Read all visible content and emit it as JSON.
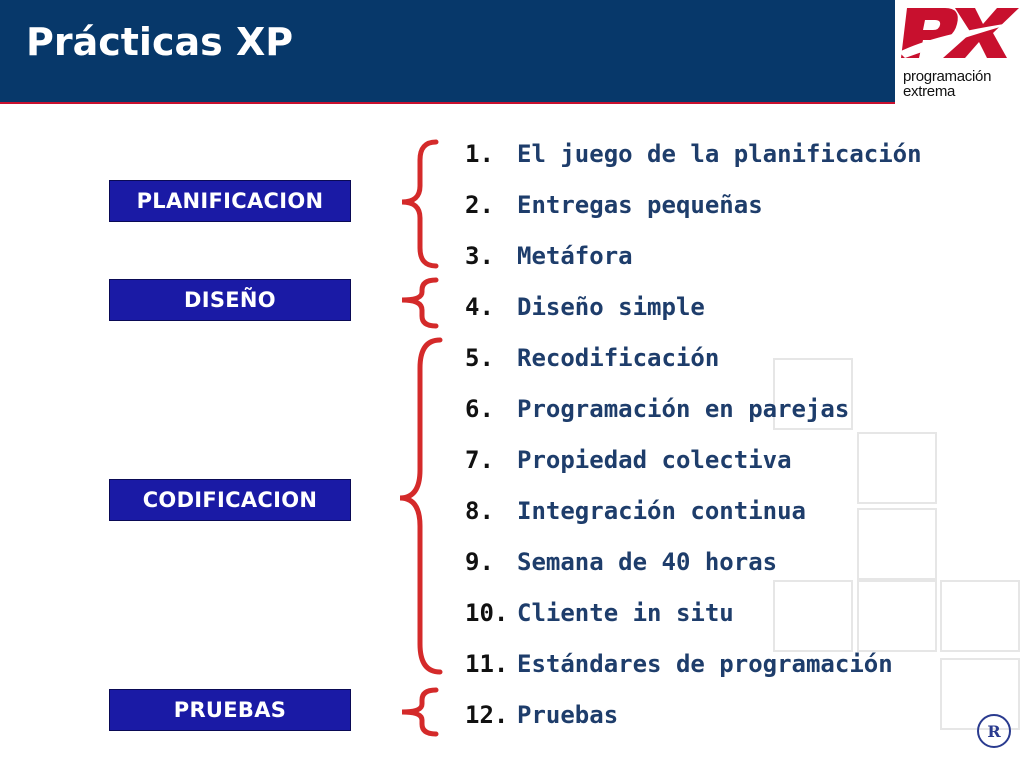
{
  "header": {
    "title": "Prácticas XP",
    "logo": {
      "mark": "PX",
      "line1": "programación",
      "line2": "extrema",
      "icon": "px-logo-icon"
    }
  },
  "categories": [
    {
      "label": "PLANIFICACION"
    },
    {
      "label": "DISEÑO"
    },
    {
      "label": "CODIFICACION"
    },
    {
      "label": "PRUEBAS"
    }
  ],
  "practices": [
    {
      "num": "1.",
      "label": "El juego de la planificación"
    },
    {
      "num": "2.",
      "label": "Entregas pequeñas"
    },
    {
      "num": "3.",
      "label": "Metáfora"
    },
    {
      "num": "4.",
      "label": "Diseño simple"
    },
    {
      "num": "5.",
      "label": "Recodificación"
    },
    {
      "num": "6.",
      "label": "Programación en parejas"
    },
    {
      "num": "7.",
      "label": "Propiedad colectiva"
    },
    {
      "num": "8.",
      "label": "Integración continua"
    },
    {
      "num": "9.",
      "label": "Semana de 40 horas"
    },
    {
      "num": "10.",
      "label": "Cliente in situ"
    },
    {
      "num": "11.",
      "label": "Estándares de programación"
    },
    {
      "num": "12.",
      "label": "Pruebas"
    }
  ],
  "colors": {
    "header_bg": "#07386a",
    "category_bg": "#1a1aa5",
    "brace": "#d42a2a",
    "accent_red": "#c8102e",
    "item_text": "#1e3d6b"
  },
  "footer": {
    "seal_glyph": "R",
    "seal_icon": "registered-seal-icon"
  }
}
